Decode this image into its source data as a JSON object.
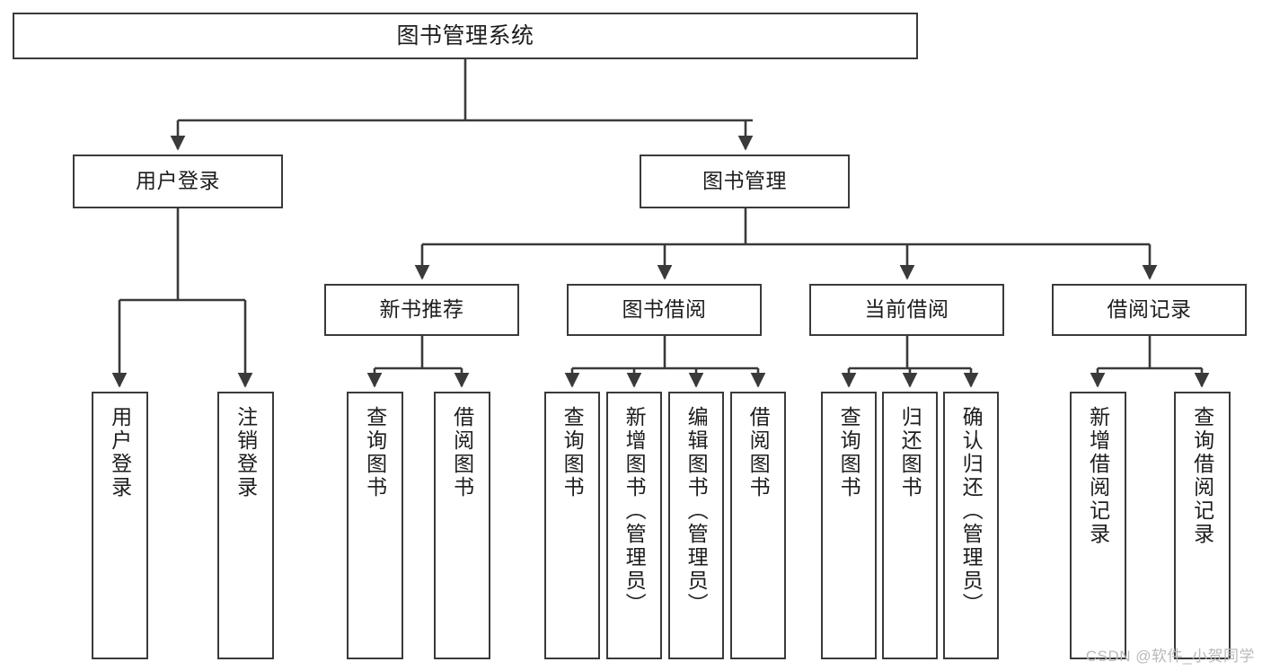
{
  "diagram": {
    "title": "图书管理系统",
    "type": "tree",
    "line_color": "#3a3a3a",
    "box_fill": "#ffffff",
    "text_color": "#1d1d1d",
    "root": {
      "id": "root",
      "label": "图书管理系统"
    },
    "level2": [
      {
        "id": "user-login",
        "label": "用户登录"
      },
      {
        "id": "book-manage",
        "label": "图书管理"
      }
    ],
    "level3": [
      {
        "id": "new-book-recommend",
        "label": "新书推荐"
      },
      {
        "id": "book-borrow",
        "label": "图书借阅"
      },
      {
        "id": "current-borrow",
        "label": "当前借阅"
      },
      {
        "id": "borrow-record",
        "label": "借阅记录"
      }
    ],
    "leaves": {
      "user_login": [
        {
          "id": "leaf-user-login",
          "label": "用户登录"
        },
        {
          "id": "leaf-logout-login",
          "label": "注销登录"
        }
      ],
      "new_book_recommend": [
        {
          "id": "leaf-query-book-1",
          "label": "查询图书"
        },
        {
          "id": "leaf-borrow-book-1",
          "label": "借阅图书"
        }
      ],
      "book_borrow": [
        {
          "id": "leaf-query-book-2",
          "label": "查询图书"
        },
        {
          "id": "leaf-add-book",
          "label": "新增图书（管理员）"
        },
        {
          "id": "leaf-edit-book",
          "label": "编辑图书（管理员）"
        },
        {
          "id": "leaf-borrow-book-2",
          "label": "借阅图书"
        }
      ],
      "current_borrow": [
        {
          "id": "leaf-query-book-3",
          "label": "查询图书"
        },
        {
          "id": "leaf-return-book",
          "label": "归还图书"
        },
        {
          "id": "leaf-confirm-return",
          "label": "确认归还（管理员）"
        }
      ],
      "borrow_record": [
        {
          "id": "leaf-add-borrow-record",
          "label": "新增借阅记录"
        },
        {
          "id": "leaf-query-borrow-record",
          "label": "查询借阅记录"
        }
      ]
    }
  },
  "watermark": {
    "text": "CSDN @软件_小贺同学"
  }
}
